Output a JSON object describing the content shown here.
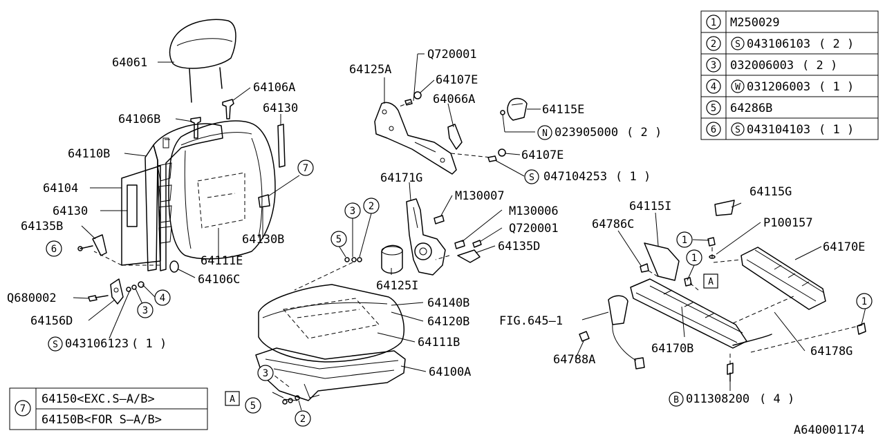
{
  "labels": {
    "p64061": "64061",
    "p64106A": "64106A",
    "p64106B": "64106B",
    "p64130_top": "64130",
    "p64110B": "64110B",
    "p64104": "64104",
    "p64130_left": "64130",
    "p64135B": "64135B",
    "p64130B": "64130B",
    "p64111E": "64111E",
    "p64106C": "64106C",
    "pQ680002": "Q680002",
    "p64156D": "64156D",
    "s043106123_code": "043106123",
    "s043106123_qty": "( 1 )",
    "p64125A": "64125A",
    "pQ720001_top": "Q720001",
    "p64107E_top": "64107E",
    "p64066A": "64066A",
    "p64115E": "64115E",
    "n023905000_code": "023905000",
    "n023905000_qty": "( 2 )",
    "p64107E_mid": "64107E",
    "s047104253_code": "047104253",
    "s047104253_qty": "( 1 )",
    "p64171G": "64171G",
    "pM130007": "M130007",
    "pM130006": "M130006",
    "pQ720001_mid": "Q720001",
    "p64135D": "64135D",
    "p64125I": "64125I",
    "p64140B": "64140B",
    "p64120B": "64120B",
    "p64111B": "64111B",
    "p64100A": "64100A",
    "p64115G": "64115G",
    "p64115I": "64115I",
    "p64786C": "64786C",
    "pP100157": "P100157",
    "p64170E": "64170E",
    "pFIG645": "FIG.645–1",
    "p64788A": "64788A",
    "p64170B": "64170B",
    "p64178G": "64178G",
    "b011308200_code": "011308200",
    "b011308200_qty": "( 4 )",
    "fig_code": "A640001174"
  },
  "markers": {
    "box_a": "A",
    "s_letter": "S",
    "n_letter": "N",
    "b_letter": "B",
    "w_letter": "W",
    "one": "1",
    "two": "2",
    "three": "3",
    "four": "4",
    "five": "5",
    "six": "6",
    "seven": "7"
  },
  "table_top": {
    "rows": [
      {
        "index": "1",
        "letter": "",
        "code": "M250029",
        "qty": ""
      },
      {
        "index": "2",
        "letter": "S",
        "code": "043106103",
        "qty": "( 2 )"
      },
      {
        "index": "3",
        "letter": "",
        "code": "032006003",
        "qty": "( 2 )"
      },
      {
        "index": "4",
        "letter": "W",
        "code": "031206003",
        "qty": "( 1 )"
      },
      {
        "index": "5",
        "letter": "",
        "code": "64286B",
        "qty": ""
      },
      {
        "index": "6",
        "letter": "S",
        "code": "043104103",
        "qty": "( 1 )"
      }
    ]
  },
  "table_bottom": {
    "index": "7",
    "rows": [
      "64150<EXC.S–A/B>",
      "64150B<FOR S–A/B>"
    ]
  }
}
